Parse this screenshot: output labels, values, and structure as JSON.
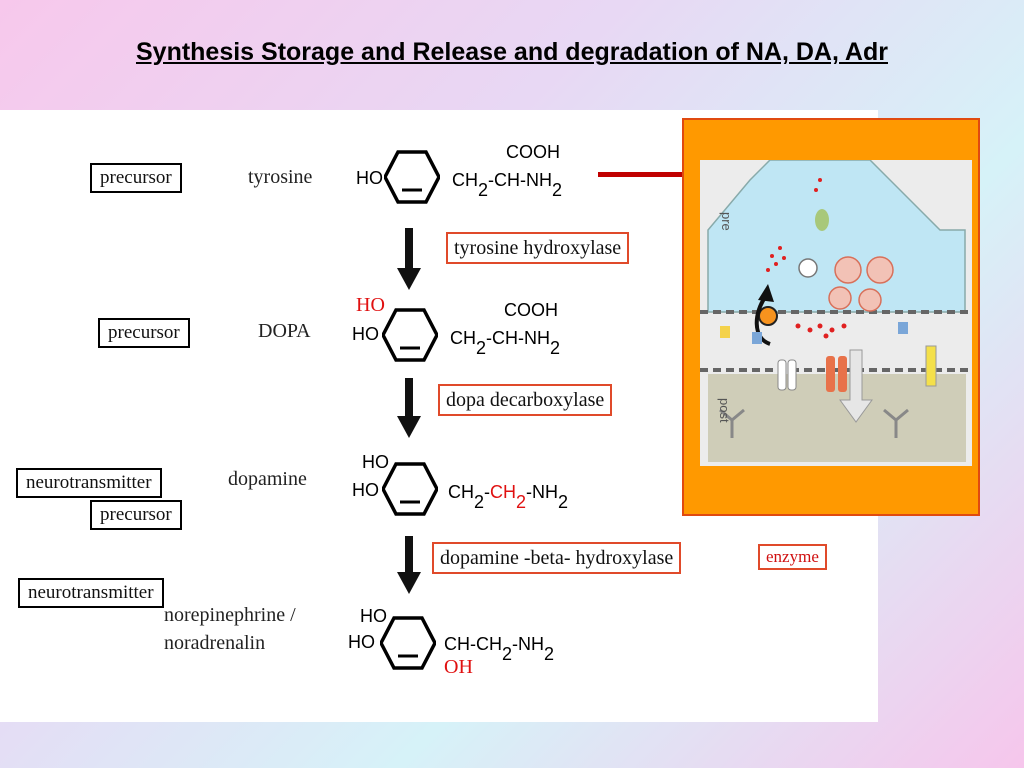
{
  "title": "Synthesis Storage and Release and degradation of NA, DA, Adr",
  "labels": {
    "precursor": "precursor",
    "neurotransmitter": "neurotransmitter",
    "enzyme": "enzyme"
  },
  "compounds": {
    "tyrosine": "tyrosine",
    "dopa": "DOPA",
    "dopamine": "dopamine",
    "norepinephrine_1": "norepinephrine /",
    "norepinephrine_2": "noradrenalin"
  },
  "enzymes": {
    "tyrosine_hydroxylase": "tyrosine hydroxylase",
    "dopa_decarboxylase": "dopa decarboxylase",
    "dopamine_beta_hydroxylase": "dopamine -beta- hydroxylase"
  },
  "chem": {
    "ho": "HO",
    "cooh": "COOH",
    "oh": "OH",
    "ch": "CH",
    "nh": "NH",
    "sub2": "2"
  },
  "synapse": {
    "pre_label": "pre",
    "post_label": "post"
  },
  "colors": {
    "accent_red": "#e01010",
    "enzyme_border": "#e04a2a",
    "synapse_frame": "#ff9900",
    "arrow": "#c00000"
  }
}
